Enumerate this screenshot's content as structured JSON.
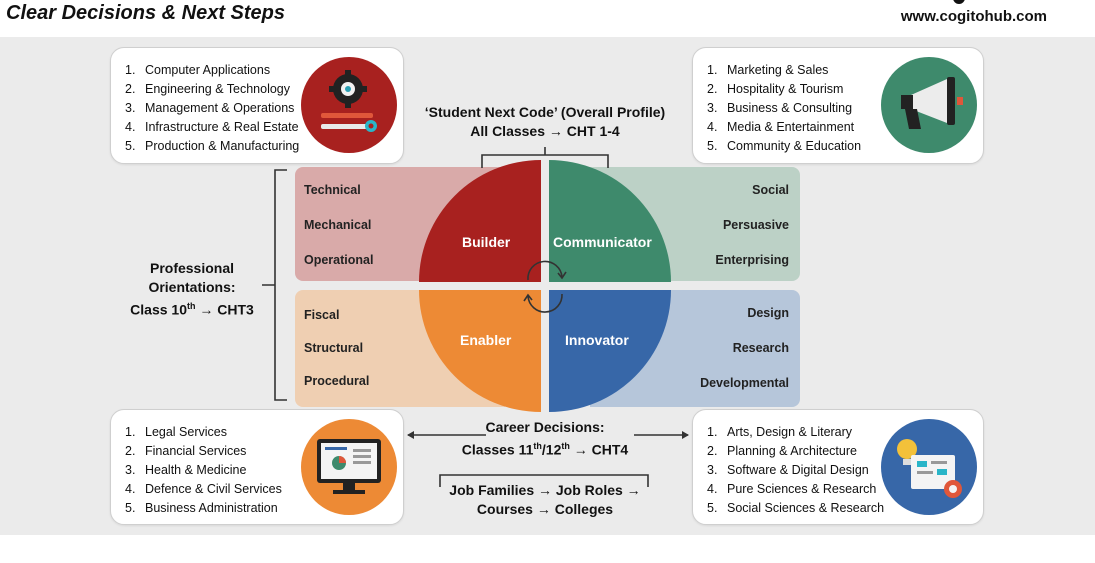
{
  "header": {
    "title": "Clear Decisions & Next Steps",
    "url": "www.cogitohub.com"
  },
  "top_center": {
    "line1": "‘Student Next Code’ (Overall Profile)",
    "line2": "All Classes → CHT 1-4"
  },
  "left_center": {
    "line1": "Professional",
    "line2": "Orientations:",
    "line3_pre": "Class 10",
    "line3_sup": "th",
    "line3_post": " → CHT3"
  },
  "bottom_center": {
    "line1": "Career Decisions:",
    "line2_a": "Classes 11",
    "line2_sup1": "th",
    "line2_b": "/12",
    "line2_sup2": "th",
    "line2_c": " → CHT4",
    "line3": "Job Families → Job Roles →",
    "line4": "Courses → Colleges"
  },
  "quadrants": {
    "builder": {
      "label": "Builder",
      "color": "#a8211f",
      "panel_color": "#d9aaa9",
      "traits": [
        "Technical",
        "Mechanical",
        "Operational"
      ]
    },
    "communicator": {
      "label": "Communicator",
      "color": "#3e8a6c",
      "panel_color": "#bcd1c6",
      "traits": [
        "Social",
        "Persuasive",
        "Enterprising"
      ]
    },
    "enabler": {
      "label": "Enabler",
      "color": "#ed8a35",
      "panel_color": "#efcfb2",
      "traits": [
        "Fiscal",
        "Structural",
        "Procedural"
      ]
    },
    "innovator": {
      "label": "Innovator",
      "color": "#3767a8",
      "panel_color": "#b6c6da",
      "traits": [
        "Design",
        "Research",
        "Developmental"
      ]
    }
  },
  "cards": {
    "top_left": {
      "icon": "gear-tools-icon",
      "items": [
        "Computer Applications",
        "Engineering & Technology",
        "Management & Operations",
        "Infrastructure & Real Estate",
        "Production & Manufacturing"
      ]
    },
    "top_right": {
      "icon": "megaphone-icon",
      "items": [
        "Marketing & Sales",
        "Hospitality & Tourism",
        "Business & Consulting",
        "Media & Entertainment",
        "Community & Education"
      ]
    },
    "bottom_left": {
      "icon": "computer-monitor-icon",
      "items": [
        "Legal Services",
        "Financial Services",
        "Health & Medicine",
        "Defence & Civil Services",
        "Business Administration"
      ]
    },
    "bottom_right": {
      "icon": "lightbulb-board-icon",
      "items": [
        "Arts, Design & Literary",
        "Planning & Architecture",
        "Software & Digital Design",
        "Pure Sciences & Research",
        "Social Sciences & Research"
      ]
    }
  },
  "numbers": [
    "1.",
    "2.",
    "3.",
    "4.",
    "5."
  ]
}
